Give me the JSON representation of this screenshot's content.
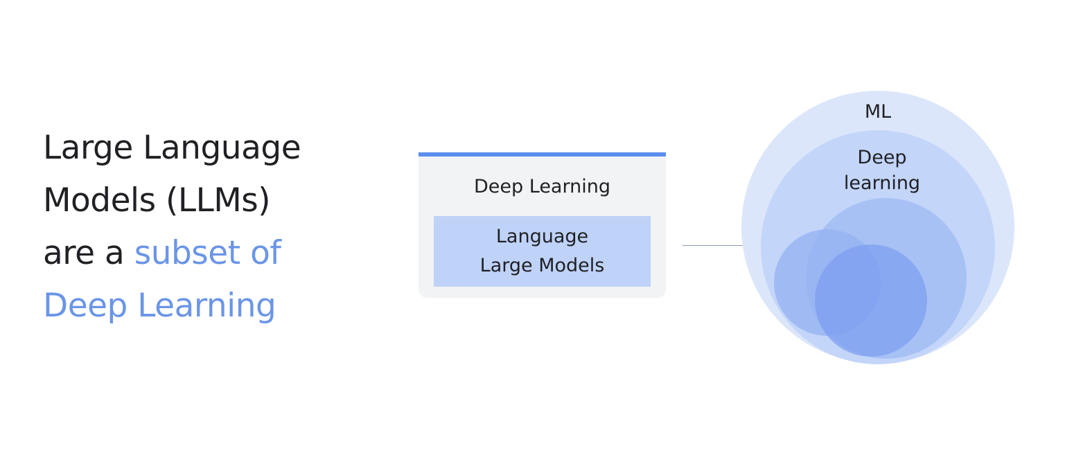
{
  "headline": {
    "line1": "Large Language",
    "line2": "Models (LLMs)",
    "line3_plain": "are a ",
    "line3_accent": "subset of",
    "line4_accent": "Deep Learning"
  },
  "card": {
    "title": "Deep Learning",
    "inner_line1": "Language",
    "inner_line2": "Large Models"
  },
  "venn": {
    "outer_label": "ML",
    "middle_label_line1": "Deep",
    "middle_label_line2": "learning"
  },
  "colors": {
    "accent_text": "#6b95e8",
    "card_bar": "#5b8def",
    "card_bg": "#f1f3f4",
    "card_inner": "#bfd2f8",
    "circle_outer": "#dce6fb",
    "circle_middle": "#c3d5f9",
    "circle_inner": "#7b9df0"
  }
}
